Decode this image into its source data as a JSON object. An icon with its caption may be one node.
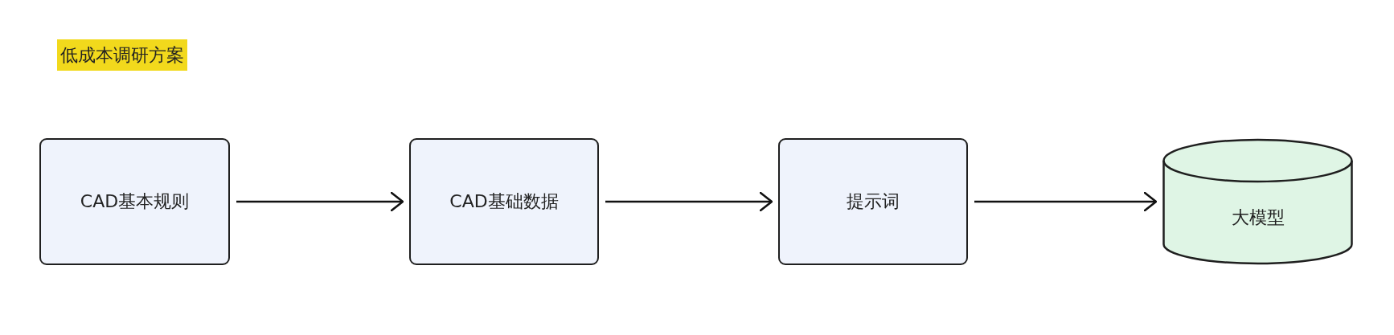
{
  "diagram": {
    "title": "低成本调研方案",
    "nodes": [
      {
        "text": [
          "CAD基本规则"
        ]
      },
      {
        "text": [
          "CAD基础数据"
        ]
      },
      {
        "text": [
          "提示词"
        ]
      },
      {
        "text": [
          "大模型"
        ]
      }
    ],
    "edges": [
      {
        "from": 0,
        "to": 1,
        "arrow": "to"
      },
      {
        "from": 1,
        "to": 2,
        "arrow": "to"
      },
      {
        "from": 2,
        "to": 3,
        "arrow": "to"
      }
    ]
  }
}
